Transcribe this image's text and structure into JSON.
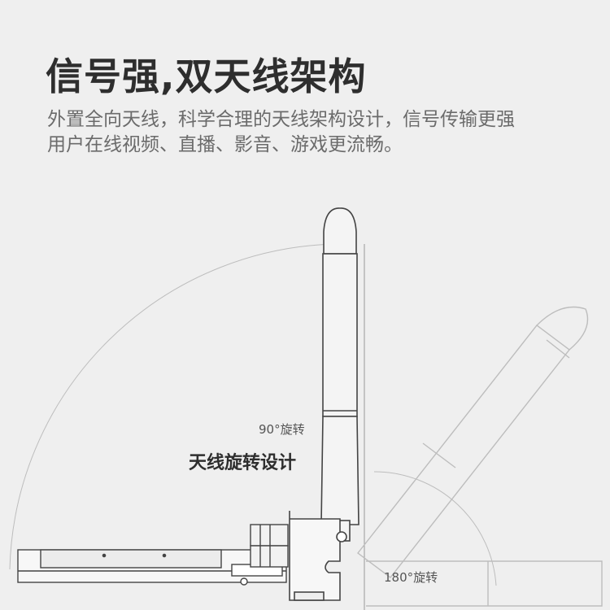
{
  "headline": "信号强,双天线架构",
  "description": {
    "line1": "外置全向天线，科学合理的天线架构设计，信号传输更强",
    "line2": "用户在线视频、直播、影音、游戏更流畅。"
  },
  "labels": {
    "rotate_90": "90°旋转",
    "rotation_design": "天线旋转设计",
    "rotate_180": "180°旋转"
  },
  "colors": {
    "background": "#efefef",
    "headline": "#2e2e2e",
    "description": "#6b6b6b",
    "line_art": "#444444"
  }
}
